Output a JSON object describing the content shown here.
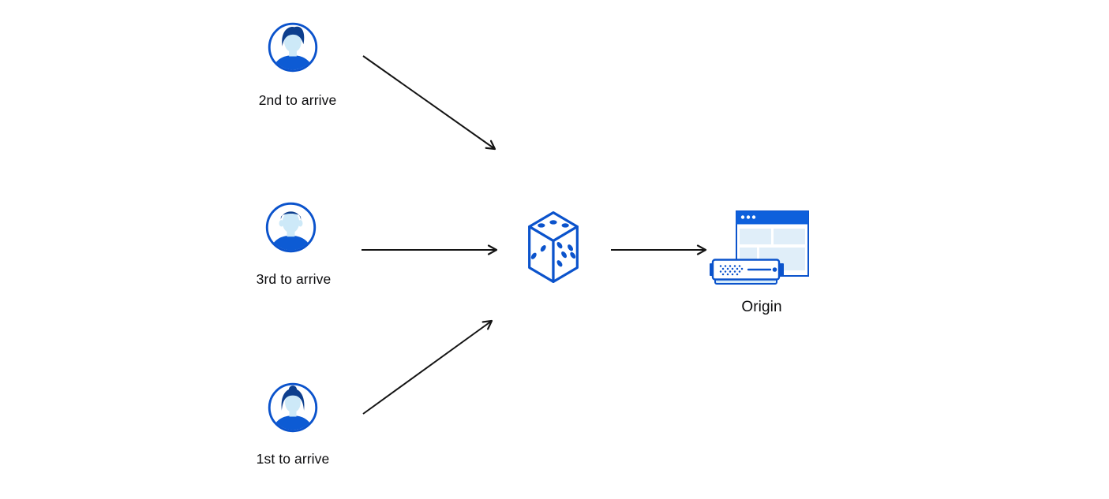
{
  "colors": {
    "accent": "#0b53cc",
    "titlebar": "#0e60dc",
    "hair": "#0d3e8d",
    "skin": "#cde9f8",
    "shirt": "#0d5bd4",
    "panel": "#e0eef9",
    "server_base": "#d5eaf9",
    "arrow": "#141414",
    "label_text": "#0b0b0d",
    "background": "#ffffff"
  },
  "diagram": {
    "nodes": {
      "visitor_2nd": {
        "label": "2nd to arrive",
        "icon": "user-avatar-icon"
      },
      "visitor_3rd": {
        "label": "3rd to arrive",
        "icon": "user-avatar-icon"
      },
      "visitor_1st": {
        "label": "1st to arrive",
        "icon": "user-avatar-icon"
      },
      "selector": {
        "icon": "dice-icon"
      },
      "origin": {
        "label": "Origin",
        "icon": "origin-server-icon"
      }
    },
    "edges": [
      {
        "from": "visitor_2nd",
        "to": "selector"
      },
      {
        "from": "visitor_3rd",
        "to": "selector"
      },
      {
        "from": "visitor_1st",
        "to": "selector"
      },
      {
        "from": "selector",
        "to": "origin"
      }
    ]
  }
}
